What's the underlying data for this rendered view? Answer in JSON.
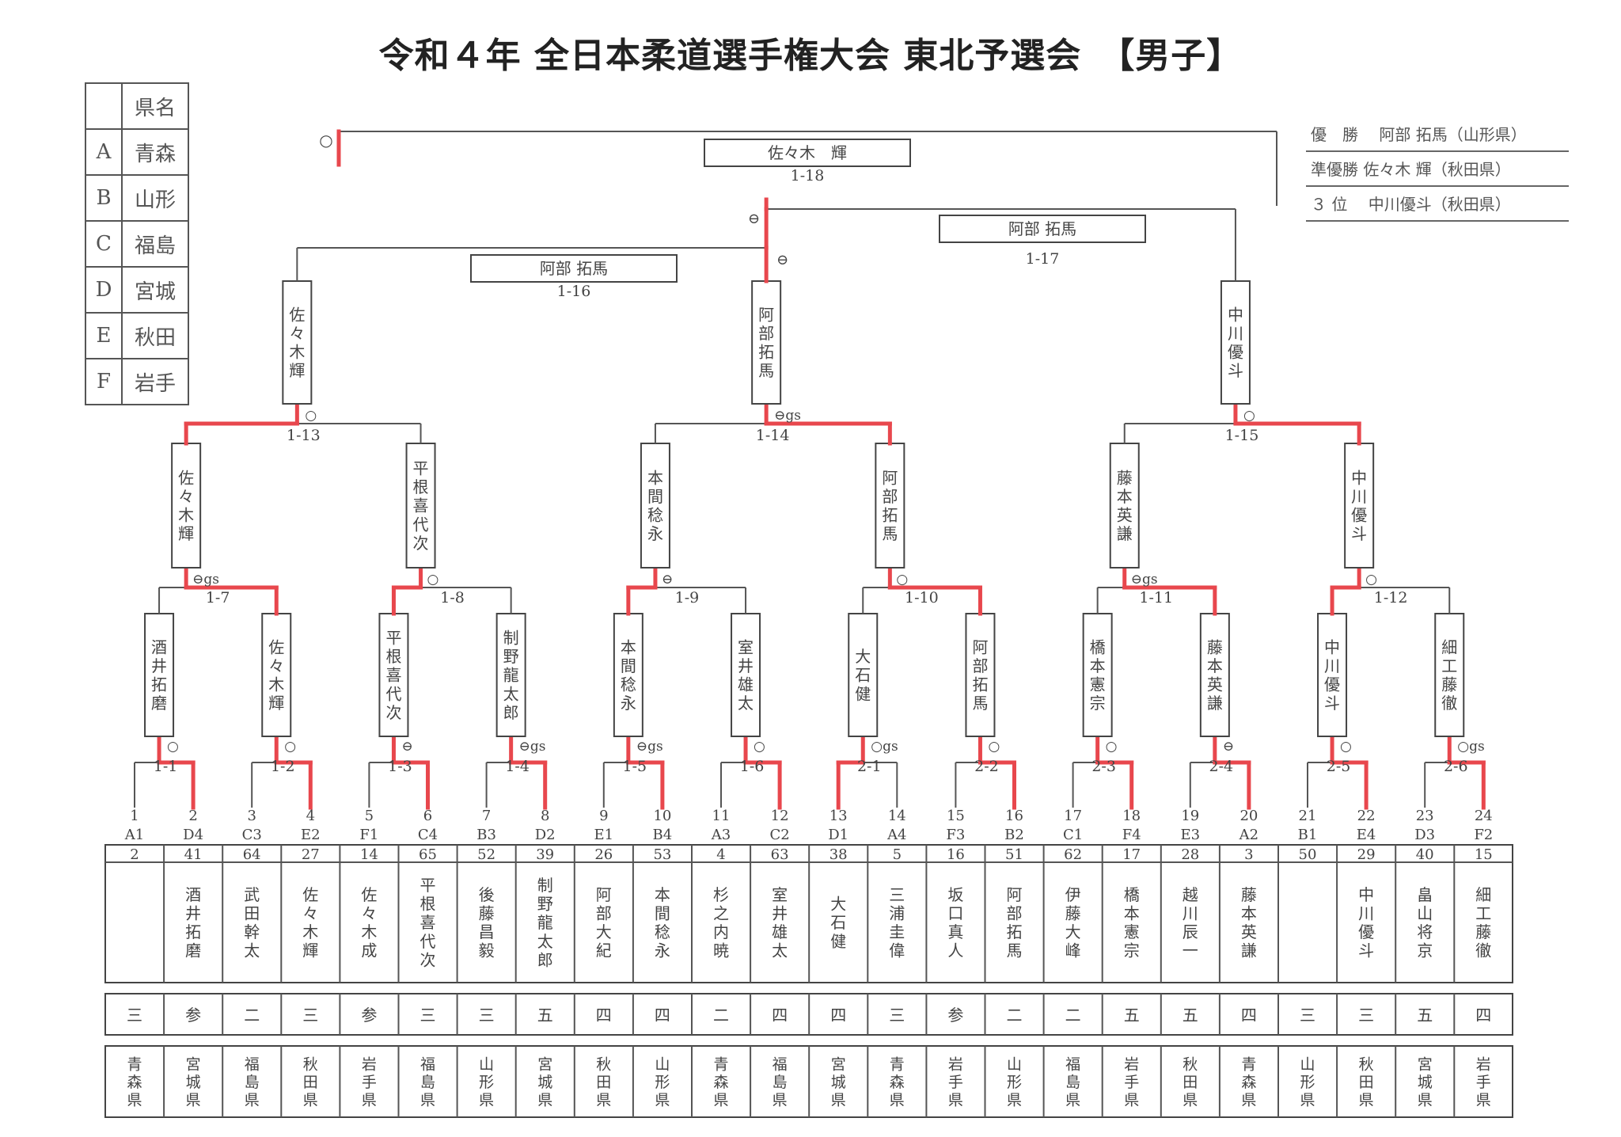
{
  "title": "令和４年 全日本柔道選手権大会 東北予選会　【男子】",
  "pref_table": {
    "header": "県名",
    "rows": [
      {
        "code": "A",
        "name": "青森"
      },
      {
        "code": "B",
        "name": "山形"
      },
      {
        "code": "C",
        "name": "福島"
      },
      {
        "code": "D",
        "name": "宮城"
      },
      {
        "code": "E",
        "name": "秋田"
      },
      {
        "code": "F",
        "name": "岩手"
      }
    ]
  },
  "results": {
    "first": "優　勝　 阿部 拓馬（山形県）",
    "second": "準優勝 佐々木 輝（秋田県）",
    "third": "３ 位　 中川優斗（秋田県）"
  },
  "players": [
    {
      "no": "1",
      "code": "A1",
      "num": "2",
      "name": "",
      "grade": "三",
      "pref": "青森県"
    },
    {
      "no": "2",
      "code": "D4",
      "num": "41",
      "name": "酒井拓磨",
      "grade": "参",
      "pref": "宮城県"
    },
    {
      "no": "3",
      "code": "C3",
      "num": "64",
      "name": "武田幹太",
      "grade": "二",
      "pref": "福島県"
    },
    {
      "no": "4",
      "code": "E2",
      "num": "27",
      "name": "佐々木輝",
      "grade": "三",
      "pref": "秋田県"
    },
    {
      "no": "5",
      "code": "F1",
      "num": "14",
      "name": "佐々木成",
      "grade": "参",
      "pref": "岩手県"
    },
    {
      "no": "6",
      "code": "C4",
      "num": "65",
      "name": "平根喜代次",
      "grade": "三",
      "pref": "福島県"
    },
    {
      "no": "7",
      "code": "B3",
      "num": "52",
      "name": "後藤昌毅",
      "grade": "三",
      "pref": "山形県"
    },
    {
      "no": "8",
      "code": "D2",
      "num": "39",
      "name": "制野龍太郎",
      "grade": "五",
      "pref": "宮城県"
    },
    {
      "no": "9",
      "code": "E1",
      "num": "26",
      "name": "阿部大紀",
      "grade": "四",
      "pref": "秋田県"
    },
    {
      "no": "10",
      "code": "B4",
      "num": "53",
      "name": "本間稔永",
      "grade": "四",
      "pref": "山形県"
    },
    {
      "no": "11",
      "code": "A3",
      "num": "4",
      "name": "杉之内暁",
      "grade": "二",
      "pref": "青森県"
    },
    {
      "no": "12",
      "code": "C2",
      "num": "63",
      "name": "室井雄太",
      "grade": "四",
      "pref": "福島県"
    },
    {
      "no": "13",
      "code": "D1",
      "num": "38",
      "name": "大石健",
      "grade": "四",
      "pref": "宮城県"
    },
    {
      "no": "14",
      "code": "A4",
      "num": "5",
      "name": "三浦圭偉",
      "grade": "三",
      "pref": "青森県"
    },
    {
      "no": "15",
      "code": "F3",
      "num": "16",
      "name": "坂口真人",
      "grade": "参",
      "pref": "岩手県"
    },
    {
      "no": "16",
      "code": "B2",
      "num": "51",
      "name": "阿部拓馬",
      "grade": "二",
      "pref": "山形県"
    },
    {
      "no": "17",
      "code": "C1",
      "num": "62",
      "name": "伊藤大峰",
      "grade": "二",
      "pref": "福島県"
    },
    {
      "no": "18",
      "code": "F4",
      "num": "17",
      "name": "橋本憲宗",
      "grade": "五",
      "pref": "岩手県"
    },
    {
      "no": "19",
      "code": "E3",
      "num": "28",
      "name": "越川辰一",
      "grade": "五",
      "pref": "秋田県"
    },
    {
      "no": "20",
      "code": "A2",
      "num": "3",
      "name": "藤本英謙",
      "grade": "四",
      "pref": "青森県"
    },
    {
      "no": "21",
      "code": "B1",
      "num": "50",
      "name": "",
      "grade": "三",
      "pref": "山形県"
    },
    {
      "no": "22",
      "code": "E4",
      "num": "29",
      "name": "中川優斗",
      "grade": "三",
      "pref": "秋田県"
    },
    {
      "no": "23",
      "code": "D3",
      "num": "40",
      "name": "畠山将京",
      "grade": "五",
      "pref": "宮城県"
    },
    {
      "no": "24",
      "code": "F2",
      "num": "15",
      "name": "細工藤徹",
      "grade": "四",
      "pref": "岩手県"
    }
  ],
  "matches_r1": [
    {
      "label": "1-1",
      "winner": "酒井拓磨",
      "mark": "○",
      "wins": "b"
    },
    {
      "label": "1-2",
      "winner": "佐々木輝",
      "mark": "○",
      "wins": "b"
    },
    {
      "label": "1-3",
      "winner": "平根喜代次",
      "mark": "⊖",
      "wins": "b"
    },
    {
      "label": "1-4",
      "winner": "制野龍太郎",
      "mark": "⊖gs",
      "wins": "b"
    },
    {
      "label": "1-5",
      "winner": "本間稔永",
      "mark": "⊖gs",
      "wins": "b"
    },
    {
      "label": "1-6",
      "winner": "室井雄太",
      "mark": "○",
      "wins": "b"
    },
    {
      "label": "2-1",
      "winner": "大石健",
      "mark": "○gs",
      "wins": "a"
    },
    {
      "label": "2-2",
      "winner": "阿部拓馬",
      "mark": "○",
      "wins": "b"
    },
    {
      "label": "2-3",
      "winner": "橋本憲宗",
      "mark": "○",
      "wins": "b"
    },
    {
      "label": "2-4",
      "winner": "藤本英謙",
      "mark": "⊖",
      "wins": "b"
    },
    {
      "label": "2-5",
      "winner": "中川優斗",
      "mark": "○",
      "wins": "b"
    },
    {
      "label": "2-6",
      "winner": "細工藤徹",
      "mark": "○gs",
      "wins": "b"
    }
  ],
  "matches_r2": [
    {
      "label": "1-7",
      "winner": "佐々木輝",
      "mark": "⊖gs",
      "wins": "b"
    },
    {
      "label": "1-8",
      "winner": "平根喜代次",
      "mark": "○",
      "wins": "a"
    },
    {
      "label": "1-9",
      "winner": "本間稔永",
      "mark": "⊖",
      "wins": "a"
    },
    {
      "label": "1-10",
      "winner": "阿部拓馬",
      "mark": "○",
      "wins": "b"
    },
    {
      "label": "1-11",
      "winner": "藤本英謙",
      "mark": "⊖gs",
      "wins": "b"
    },
    {
      "label": "1-12",
      "winner": "中川優斗",
      "mark": "○",
      "wins": "a"
    }
  ],
  "matches_r3": [
    {
      "label": "1-13",
      "winner": "佐々木輝",
      "mark": "○",
      "wins": "a"
    },
    {
      "label": "1-14",
      "winner": "阿部拓馬",
      "mark": "⊖gs",
      "wins": "b"
    },
    {
      "label": "1-15",
      "winner": "中川優斗",
      "mark": "○",
      "wins": "b"
    }
  ],
  "match_1_16": {
    "label": "1-16",
    "winner": "阿部 拓馬",
    "mark": "⊖"
  },
  "match_1_17": {
    "label": "1-17",
    "winner": "阿部 拓馬",
    "mark": "⊖"
  },
  "match_1_18": {
    "label": "1-18",
    "winner": "佐々木　輝",
    "mark": "○"
  }
}
